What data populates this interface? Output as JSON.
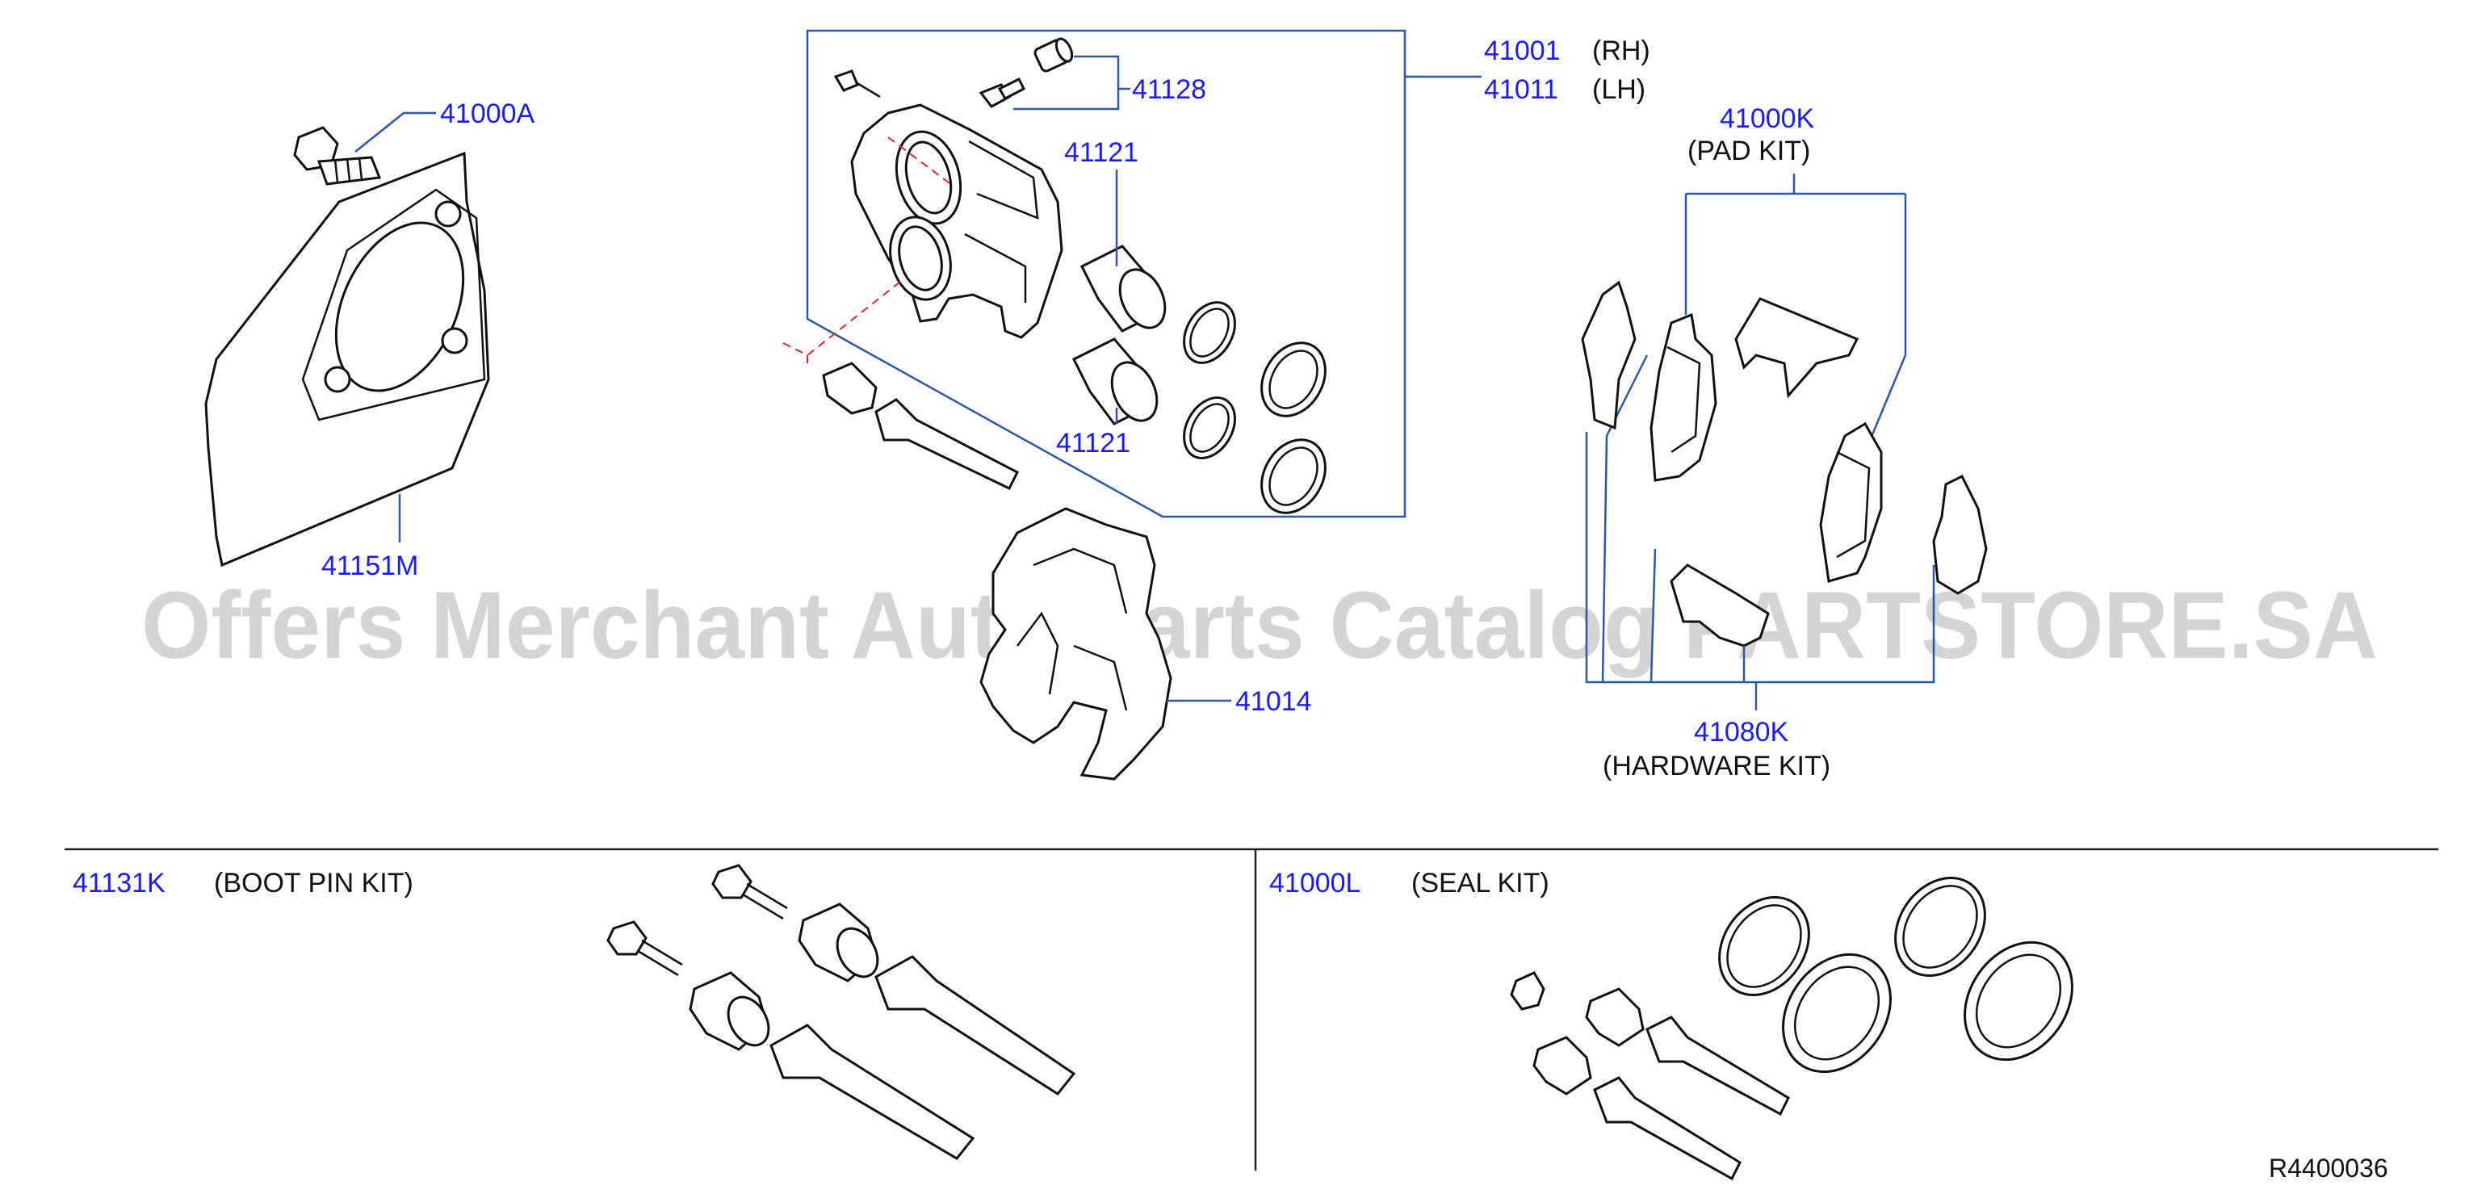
{
  "watermark": "Offers Merchant Auto Parts Catalog PARTSTORE.SA",
  "reference": "R4400036",
  "colors": {
    "part_number": "#1a1aff",
    "leader_line": "#2a57a8",
    "watermark": "#d4d4d4",
    "pin_dash": "#e0242a"
  },
  "callouts": {
    "p41000A": "41000A",
    "p41151M": "41151M",
    "p41001": "41001",
    "p41001_side": "(RH)",
    "p41011": "41011",
    "p41011_side": "(LH)",
    "p41128": "41128",
    "p41121_top": "41121",
    "p41121_bottom": "41121",
    "p41014": "41014",
    "p41000K": "41000K",
    "p41000K_desc": "(PAD  KIT)",
    "p41080K": "41080K",
    "p41080K_desc": "(HARDWARE  KIT)"
  },
  "kits": {
    "boot_pin": {
      "part": "41131K",
      "desc": "(BOOT   PIN   KIT)"
    },
    "seal": {
      "part": "41000L",
      "desc": "(SEAL   KIT)"
    }
  }
}
